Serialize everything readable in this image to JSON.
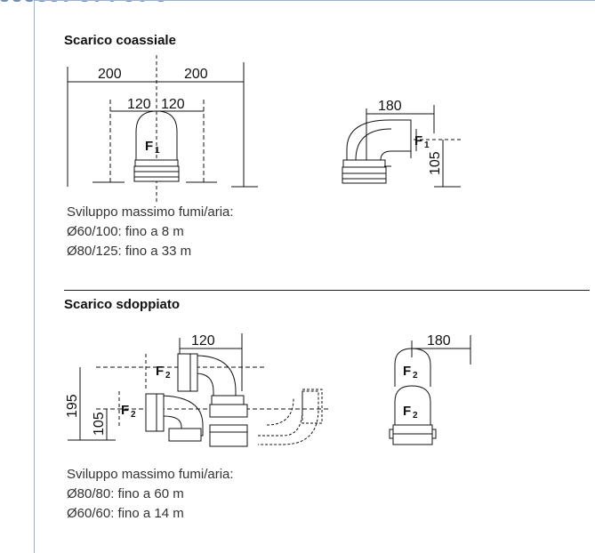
{
  "coassiale": {
    "title": "Scarico coassiale",
    "dims": {
      "left_outer": "200",
      "right_outer": "200",
      "left_inner": "120",
      "right_inner": "120",
      "elbow_width": "180",
      "elbow_height": "105"
    },
    "label": "F",
    "label_sub": "1",
    "info": [
      "Sviluppo massimo fumi/aria:",
      "Ø60/100: fino a 8 m",
      "Ø80/125: fino a 33 m"
    ]
  },
  "sdoppiato": {
    "title": "Scarico sdoppiato",
    "dims": {
      "top_width": "120",
      "height_total": "195",
      "height_low": "105",
      "right_width": "180"
    },
    "label": "F",
    "label_sub": "2",
    "info": [
      "Sviluppo massimo fumi/aria:",
      "Ø80/80: fino a 60 m",
      "Ø60/60: fino a 14 m"
    ]
  }
}
